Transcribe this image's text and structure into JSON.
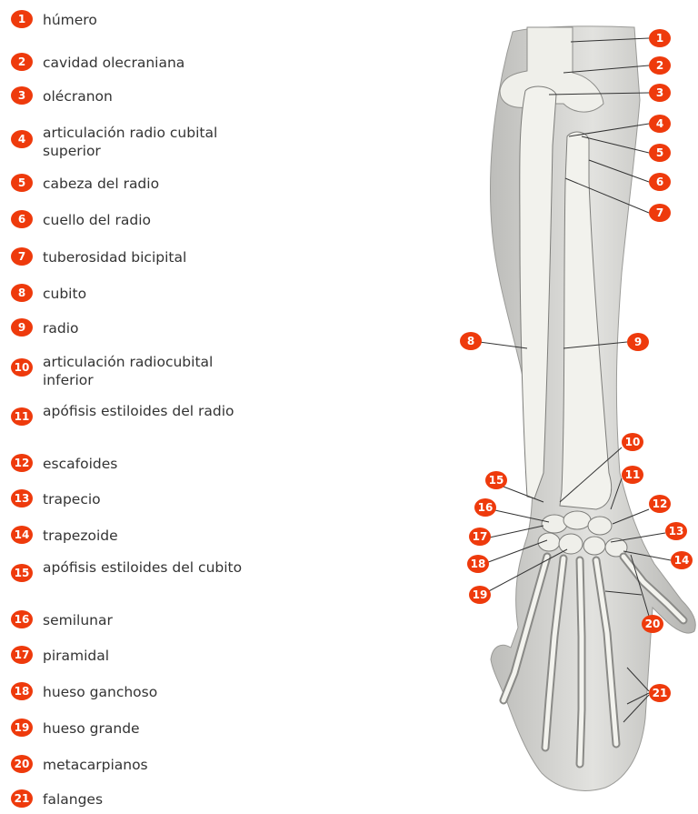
{
  "legend": {
    "items": [
      {
        "num": "1",
        "label": "húmero"
      },
      {
        "num": "2",
        "label": "cavidad olecraniana"
      },
      {
        "num": "3",
        "label": "olécranon"
      },
      {
        "num": "4",
        "label": "articulación radio cubital superior"
      },
      {
        "num": "5",
        "label": "cabeza del radio"
      },
      {
        "num": "6",
        "label": "cuello del radio"
      },
      {
        "num": "7",
        "label": "tuberosidad bicipital"
      },
      {
        "num": "8",
        "label": "cubito"
      },
      {
        "num": "9",
        "label": "radio"
      },
      {
        "num": "10",
        "label": "articulación radiocubital inferior"
      },
      {
        "num": "11",
        "label": "apófisis estiloides del radio"
      },
      {
        "num": "12",
        "label": "escafoides"
      },
      {
        "num": "13",
        "label": "trapecio"
      },
      {
        "num": "14",
        "label": "trapezoide"
      },
      {
        "num": "15",
        "label": "apófisis estiloides del cubito"
      },
      {
        "num": "16",
        "label": "semilunar"
      },
      {
        "num": "17",
        "label": "piramidal"
      },
      {
        "num": "18",
        "label": "hueso ganchoso"
      },
      {
        "num": "19",
        "label": "hueso grande"
      },
      {
        "num": "20",
        "label": "metacarpianos"
      },
      {
        "num": "21",
        "label": "falanges"
      }
    ]
  },
  "figure": {
    "badge_color": "#ee3a0c",
    "skin_color": "#d4d4d2",
    "bone_color": "#efefea",
    "callouts": [
      "1",
      "2",
      "3",
      "4",
      "5",
      "6",
      "7",
      "8",
      "9",
      "10",
      "11",
      "12",
      "13",
      "14",
      "15",
      "16",
      "17",
      "18",
      "19",
      "20",
      "21"
    ]
  }
}
